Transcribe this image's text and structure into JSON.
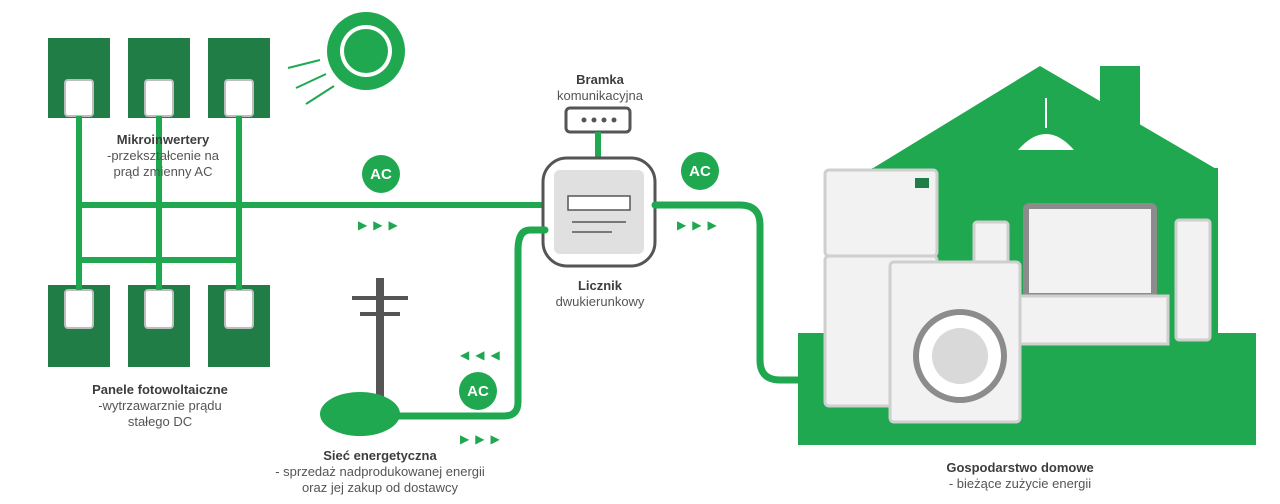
{
  "labels": {
    "microinverters": {
      "title": "Mikroinwertery",
      "desc1": "-przekształcenie na",
      "desc2": "prąd zmienny AC"
    },
    "panels": {
      "title": "Panele fotowoltaiczne",
      "desc1": "-wytrzawarznie prądu",
      "desc2": "stałego DC"
    },
    "gateway": {
      "title": "Bramka",
      "desc1": "komunikacyjna"
    },
    "meter": {
      "title": "Licznik",
      "desc1": "dwukierunkowy"
    },
    "grid": {
      "title": "Sieć energetyczna",
      "desc1": "- sprzedaż nadprodukowanej energii",
      "desc2": "oraz jej zakup od dostawcy"
    },
    "household": {
      "title": "Gospodarstwo domowe",
      "desc1": "- bieżące zużycie energii"
    }
  },
  "ac_badges": [
    "AC",
    "AC",
    "AC"
  ],
  "arrow_glyphs": {
    "right": "▶▶▶",
    "left": "◀◀◀"
  },
  "colors": {
    "green": "#1fa84f",
    "dark_green": "#1f7d45",
    "grey": "#d9d9d9"
  }
}
